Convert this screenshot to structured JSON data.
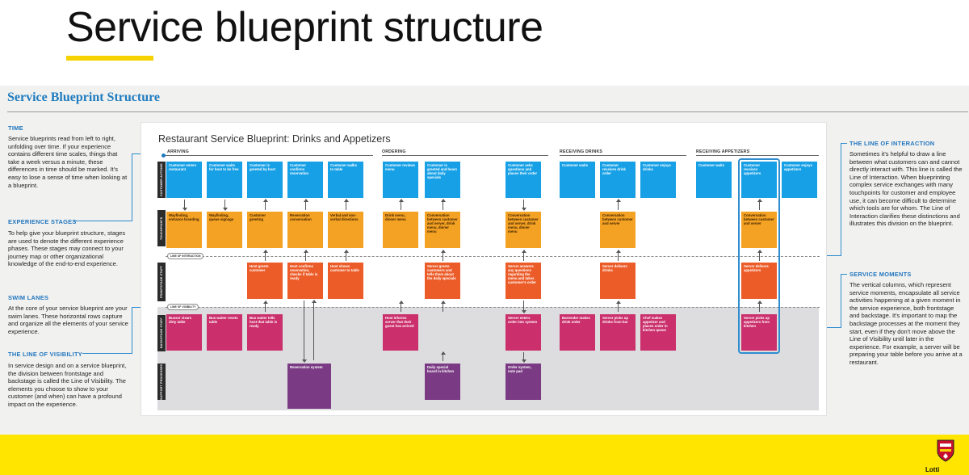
{
  "slide": {
    "title": "Service blueprint structure"
  },
  "panel": {
    "title": "Service Blueprint Structure"
  },
  "left_notes": [
    {
      "heading": "TIME",
      "text": "Service blueprints read from left to right, unfolding over time. If your experience contains different time scales, things that take a week versus a minute, these differences in time should be marked. It's easy to lose a sense of time when looking at a blueprint."
    },
    {
      "heading": "EXPERIENCE STAGES",
      "text": "To help give your blueprint structure, stages are used to denote the different experience phases. These stages may connect to your journey map or other organizational knowledge of the end-to-end experience."
    },
    {
      "heading": "SWIM LANES",
      "text": "At the core of your service blueprint are your swim lanes. These horizontal rows capture and organize all the elements of your service experience."
    },
    {
      "heading": "THE LINE OF VISIBILITY",
      "text": "In service design and on a service blueprint, the division between frontstage and backstage is called the Line of Visibility. The elements you choose to show to your customer (and when) can have a profound impact on the experience."
    }
  ],
  "right_notes": [
    {
      "heading": "THE LINE OF INTERACTION",
      "text": "Sometimes it's helpful to draw a line between what customers can and cannot directly interact with. This line is called the Line of Interaction. When blueprinting complex service exchanges with many touchpoints for customer and employee use, it can become difficult to determine which tools are for whom. The Line of Interaction clarifies these distinctions and illustrates this division on the blueprint."
    },
    {
      "heading": "SERVICE MOMENTS",
      "text": "The vertical columns, which represent service moments, encapsulate all service activities happening at a given moment in the service experience, both frontstage and backstage. It's important to map the backstage processes at the moment they start, even if they don't move above the Line of Visibility until later in the experience. For example, a server will be preparing your table before you arrive at a restaurant."
    }
  ],
  "diagram": {
    "title": "Restaurant Service Blueprint: Drinks and Appetizers",
    "stages": [
      "ARRIVING",
      "ORDERING",
      "RECEIVING DRINKS",
      "RECEIVING APPETIZERS"
    ],
    "lanes": [
      "CUSTOMER ACTIONS",
      "TOUCHPOINTS",
      "FRONTSTAGE STAFF",
      "BACKSTAGE STAFF",
      "SUPPORT PROCESSES"
    ],
    "line_of_interaction": "LINE OF INTERACTION",
    "line_of_visibility": "LINE OF VISIBILITY",
    "customer_actions": [
      "Customer enters restaurant",
      "Customer waits for host to be free",
      "Customer is greeted by host",
      "Customer confirms reservation",
      "Customer walks to table",
      "Customer reviews menu",
      "Customer is greeted and hears about daily specials",
      "Customer asks questions and places their order",
      "Customer waits",
      "Customer receives drink order",
      "Customer enjoys drinks",
      "Customer waits",
      "Customer receives appetizers",
      "Customer enjoys appetizers"
    ],
    "touchpoints": [
      "Wayfinding, entrance branding",
      "Wayfinding, queue signage",
      "Customer greeting",
      "Reservation conversation",
      "Verbal and non-verbal directions",
      "Drink menu, dinner menu",
      "Conversation between customer and server, drink menu, dinner menu",
      "Conversation between customer and server, drink menu, dinner menu",
      "Conversation between customer and server",
      "Conversation between customer and server"
    ],
    "frontstage": [
      "Host greets customer",
      "Host confirms reservation, checks if table is ready",
      "Host shows customer to table",
      "Server greets customers and tells them about the daily specials",
      "Server answers any questions regarding the menu and takes customer's order",
      "Server delivers drinks",
      "Server delivers appetizers"
    ],
    "backstage": [
      "Busser clears dirty table",
      "Bus waiter resets table",
      "Bus waiter tells host that table is ready",
      "Host informs server that their guest has arrived",
      "Server enters order into system",
      "Bartender makes drink order",
      "Server picks up drinks from bar",
      "Chef makes appetizer and places order in kitchen queue",
      "Server picks up appetizers from kitchen"
    ],
    "support": [
      "Reservation system",
      "Daily special board in kitchen",
      "Order system, note pad"
    ]
  },
  "footer": {
    "crest_text": "Lotti"
  }
}
